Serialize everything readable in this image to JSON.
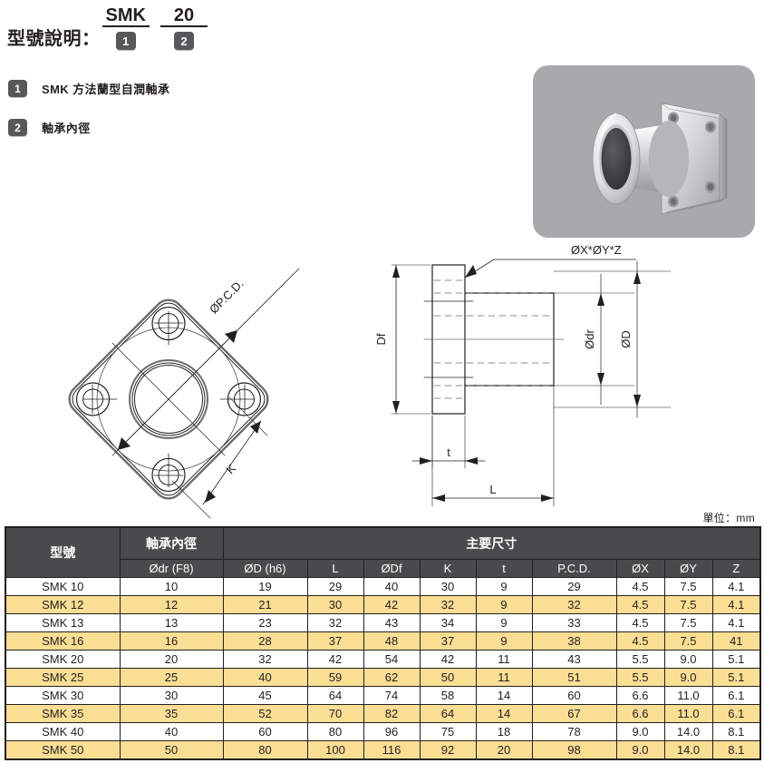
{
  "header": {
    "title": "型號說明：",
    "codes": [
      {
        "text": "SMK",
        "badge": "1"
      },
      {
        "text": "20",
        "badge": "2"
      }
    ]
  },
  "legend": [
    {
      "badge": "1",
      "label": "SMK 方法蘭型自潤軸承"
    },
    {
      "badge": "2",
      "label": "軸承內徑"
    }
  ],
  "photo": {
    "alt": "square-flange-linear-bearing-photo",
    "panel_color": "#a8a9ad"
  },
  "drawing": {
    "front_view_labels": {
      "pcd": "ØP.C.D.",
      "k": "K"
    },
    "section_view_labels": {
      "hole_spec": "ØX*ØY*Z",
      "df": "Df",
      "dr": "Ødr",
      "d": "ØD",
      "t": "t",
      "l": "L"
    }
  },
  "unit_note": "單位：mm",
  "table": {
    "group_headers": {
      "model": "型號",
      "bore": "軸承內徑",
      "main_dims": "主要尺寸"
    },
    "columns": [
      "型號",
      "Ødr (F8)",
      "ØD (h6)",
      "L",
      "ØDf",
      "K",
      "t",
      "P.C.D.",
      "ØX",
      "ØY",
      "Z"
    ],
    "rows": [
      {
        "model": "SMK 10",
        "dr": "10",
        "D": "19",
        "L": "29",
        "Df": "40",
        "K": "30",
        "t": "9",
        "pcd": "29",
        "X": "4.5",
        "Y": "7.5",
        "Z": "4.1",
        "alt": false
      },
      {
        "model": "SMK 12",
        "dr": "12",
        "D": "21",
        "L": "30",
        "Df": "42",
        "K": "32",
        "t": "9",
        "pcd": "32",
        "X": "4.5",
        "Y": "7.5",
        "Z": "4.1",
        "alt": true
      },
      {
        "model": "SMK 13",
        "dr": "13",
        "D": "23",
        "L": "32",
        "Df": "43",
        "K": "34",
        "t": "9",
        "pcd": "33",
        "X": "4.5",
        "Y": "7.5",
        "Z": "4.1",
        "alt": false
      },
      {
        "model": "SMK 16",
        "dr": "16",
        "D": "28",
        "L": "37",
        "Df": "48",
        "K": "37",
        "t": "9",
        "pcd": "38",
        "X": "4.5",
        "Y": "7.5",
        "Z": "41",
        "alt": true
      },
      {
        "model": "SMK 20",
        "dr": "20",
        "D": "32",
        "L": "42",
        "Df": "54",
        "K": "42",
        "t": "11",
        "pcd": "43",
        "X": "5.5",
        "Y": "9.0",
        "Z": "5.1",
        "alt": false
      },
      {
        "model": "SMK 25",
        "dr": "25",
        "D": "40",
        "L": "59",
        "Df": "62",
        "K": "50",
        "t": "11",
        "pcd": "51",
        "X": "5.5",
        "Y": "9.0",
        "Z": "5.1",
        "alt": true
      },
      {
        "model": "SMK 30",
        "dr": "30",
        "D": "45",
        "L": "64",
        "Df": "74",
        "K": "58",
        "t": "14",
        "pcd": "60",
        "X": "6.6",
        "Y": "11.0",
        "Z": "6.1",
        "alt": false
      },
      {
        "model": "SMK 35",
        "dr": "35",
        "D": "52",
        "L": "70",
        "Df": "82",
        "K": "64",
        "t": "14",
        "pcd": "67",
        "X": "6.6",
        "Y": "11.0",
        "Z": "6.1",
        "alt": true
      },
      {
        "model": "SMK 40",
        "dr": "40",
        "D": "60",
        "L": "80",
        "Df": "96",
        "K": "75",
        "t": "18",
        "pcd": "78",
        "X": "9.0",
        "Y": "14.0",
        "Z": "8.1",
        "alt": false
      },
      {
        "model": "SMK 50",
        "dr": "50",
        "D": "80",
        "L": "100",
        "Df": "116",
        "K": "92",
        "t": "20",
        "pcd": "98",
        "X": "9.0",
        "Y": "14.0",
        "Z": "8.1",
        "alt": true
      }
    ]
  },
  "colors": {
    "header_bg": "#4a4a4c",
    "alt_row": "#fade94",
    "line": "#231f20",
    "panel": "#a8a9ad"
  }
}
